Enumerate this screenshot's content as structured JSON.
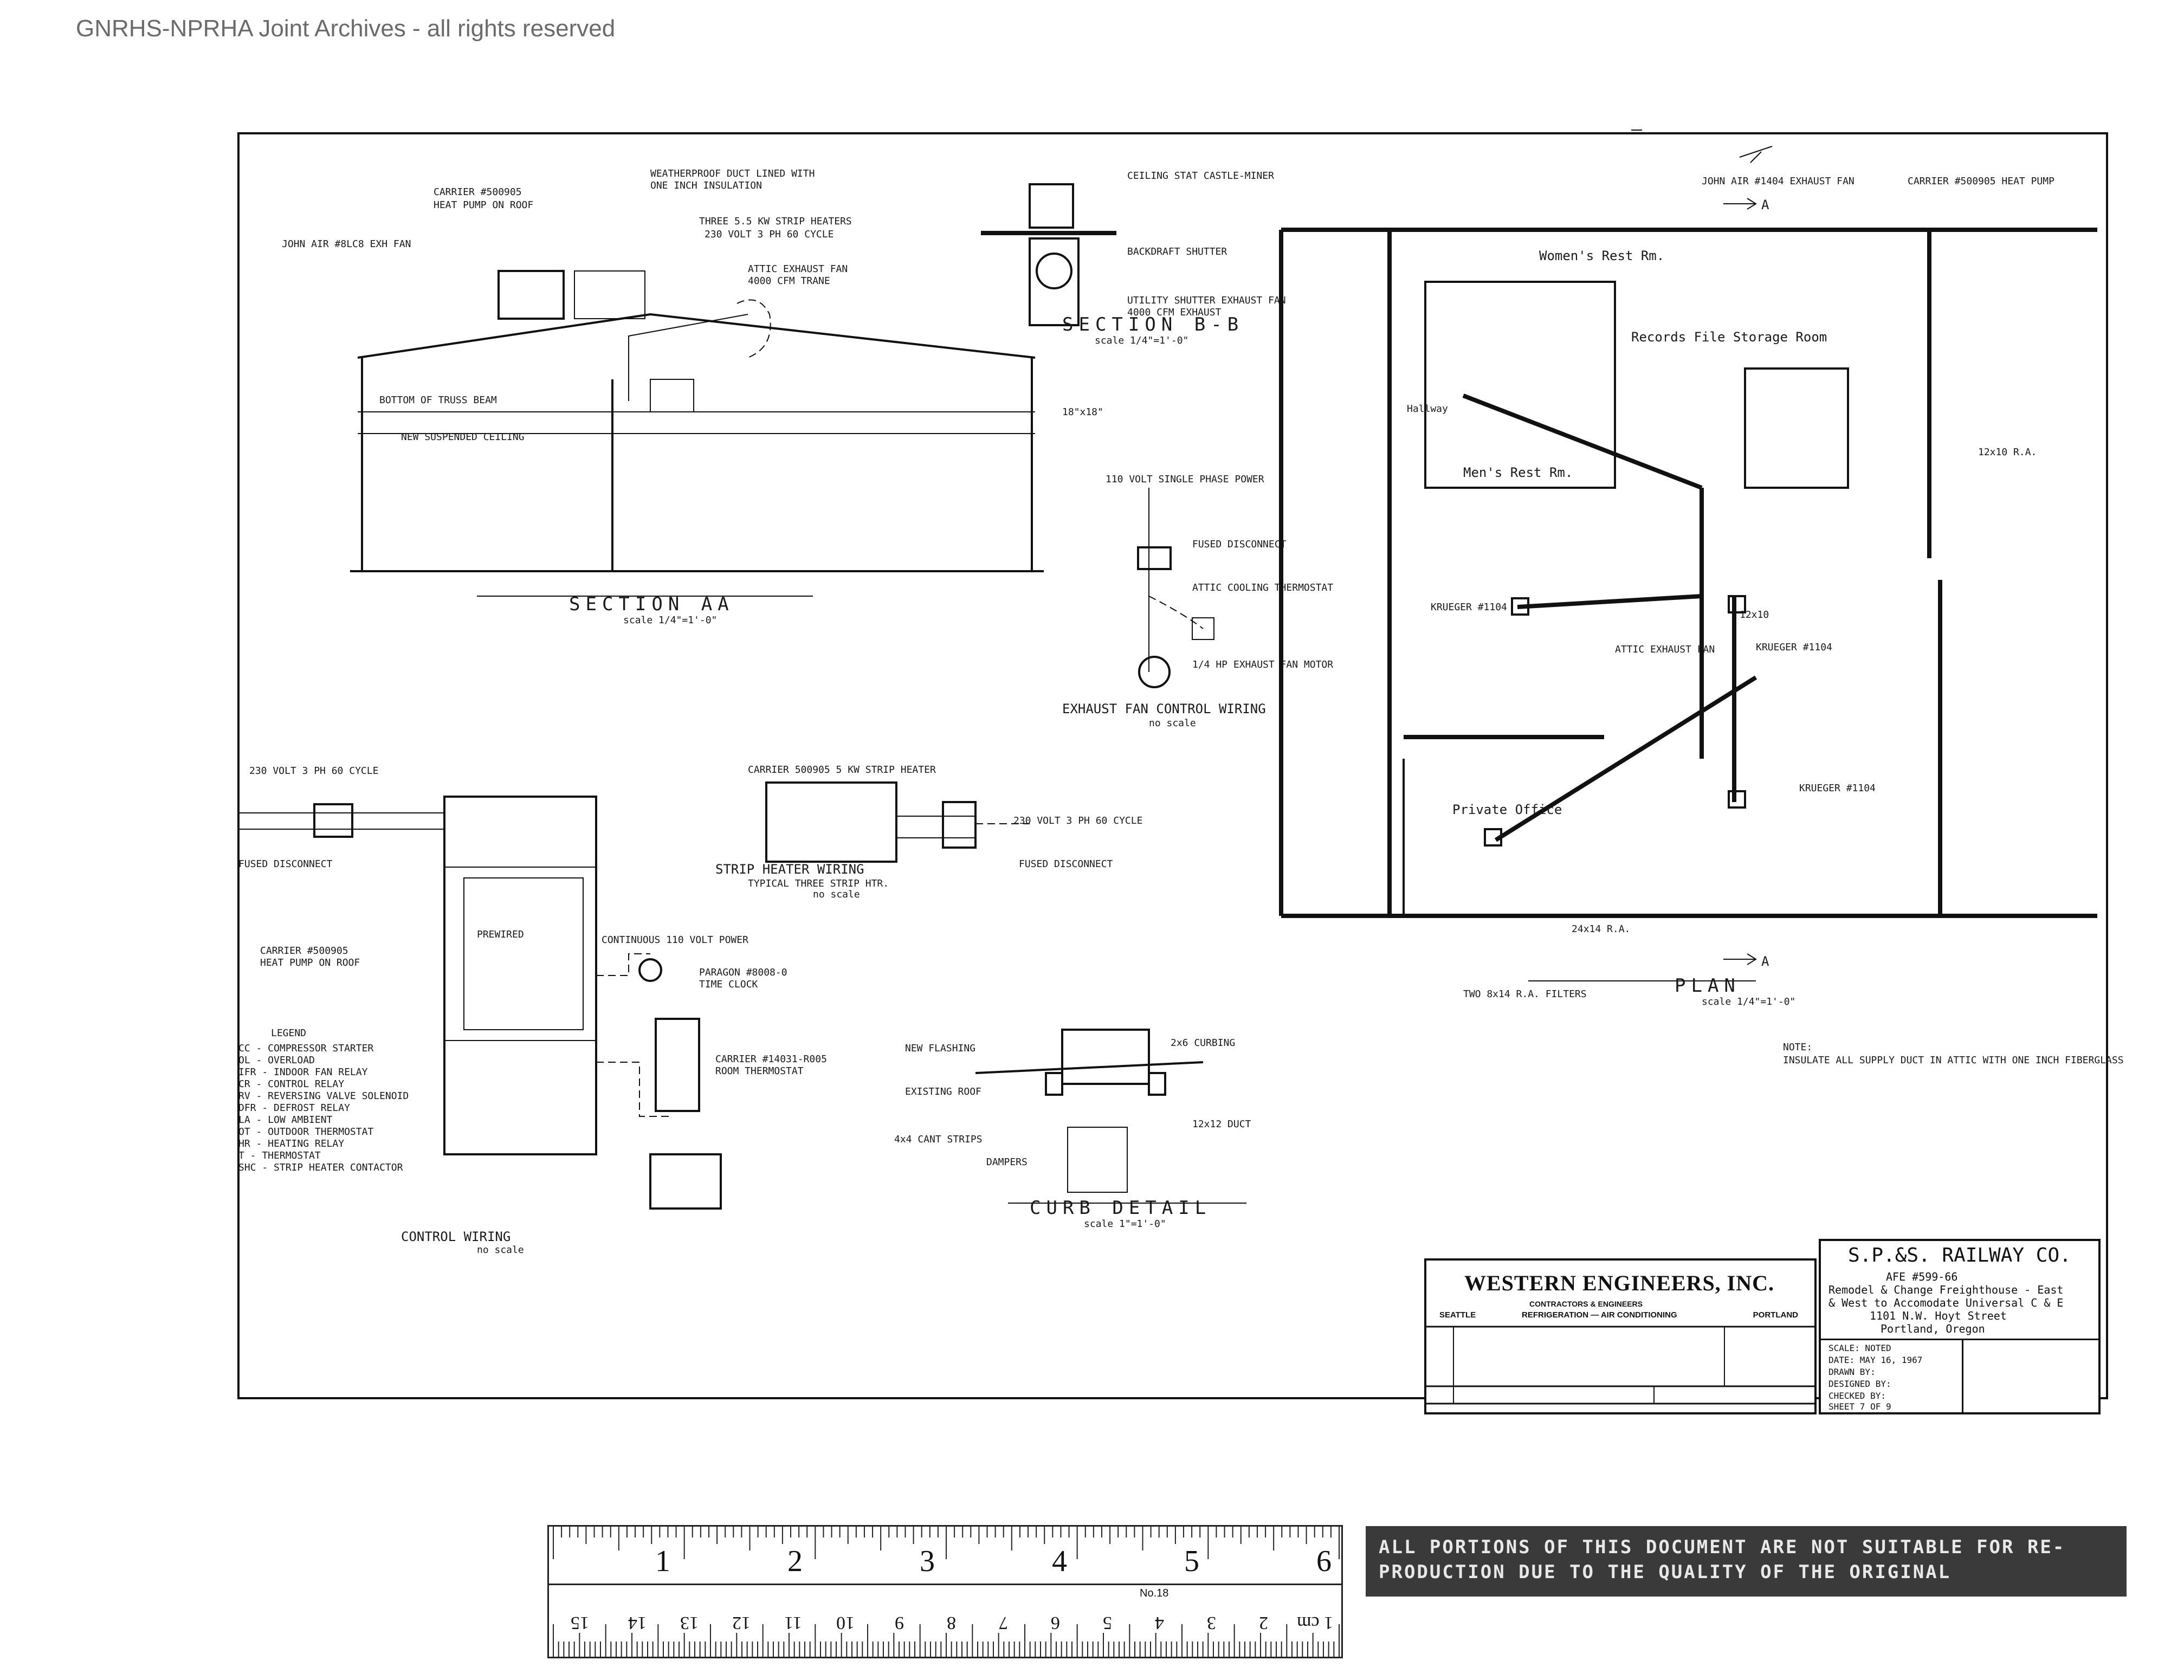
{
  "watermark": "GNRHS-NPRHA Joint Archives - all rights reserved",
  "section_aa": {
    "title": "SECTION AA",
    "scale": "scale 1/4\"=1'-0\""
  },
  "section_bb": {
    "title": "SECTION B-B",
    "scale": "scale 1/4\"=1'-0\""
  },
  "exhaust_wiring": {
    "title": "EXHAUST FAN CONTROL WIRING",
    "scale": "no scale"
  },
  "strip_heater": {
    "title": "STRIP HEATER WIRING",
    "sub": "TYPICAL THREE STRIP HTR.",
    "scale": "no scale"
  },
  "control_wiring": {
    "title": "CONTROL WIRING",
    "scale": "no scale"
  },
  "curb_detail": {
    "title": "CURB DETAIL",
    "scale": "scale 1\"=1'-0\""
  },
  "plan": {
    "title": "PLAN",
    "scale": "scale 1/4\"=1'-0\""
  },
  "plan_rooms": {
    "womens_rest": "Women's Rest Rm.",
    "records_file": "Records File Storage Room",
    "mens_rest": "Men's Rest Rm.",
    "private_office": "Private Office",
    "hallway": "Hallway"
  },
  "note": {
    "head": "NOTE:",
    "text": "INSULATE ALL SUPPLY DUCT IN ATTIC WITH ONE INCH FIBERGLASS"
  },
  "legend": {
    "head": "LEGEND",
    "items": [
      "CC - COMPRESSOR STARTER",
      "OL - OVERLOAD",
      "IFR - INDOOR FAN RELAY",
      "CR - CONTROL RELAY",
      "RV - REVERSING VALVE SOLENOID",
      "DFR - DEFROST RELAY",
      "LA - LOW AMBIENT",
      "OT - OUTDOOR THERMOSTAT",
      "HR - HEATING RELAY",
      "T - THERMOSTAT",
      "SHC - STRIP HEATER CONTACTOR"
    ]
  },
  "title_block": {
    "company": "WESTERN ENGINEERS, INC.",
    "line1": "CONTRACTORS & ENGINEERS",
    "city_left": "SEATTLE",
    "line2": "REFRIGERATION — AIR CONDITIONING",
    "city_right": "PORTLAND"
  },
  "railway_block": {
    "name": "S.P.&S. RAILWAY CO.",
    "afe": "AFE #599-66",
    "desc1": "Remodel & Change Freighthouse - East",
    "desc2": "& West to Accomodate Universal C & E",
    "address": "1101 N.W. Hoyt Street",
    "city": "Portland, Oregon",
    "scale": "SCALE: NOTED",
    "date": "DATE: MAY 16, 1967",
    "drawn": "DRAWN BY:",
    "designed": "DESIGNED BY:",
    "checked": "CHECKED BY:",
    "sheet": "SHEET 7 OF 9"
  },
  "ruler": {
    "inches": [
      "1",
      "2",
      "3",
      "4",
      "5",
      "6"
    ],
    "cm": [
      "1 cm",
      "2",
      "3",
      "4",
      "5",
      "6",
      "7",
      "8",
      "9",
      "10",
      "11",
      "12",
      "13",
      "14",
      "15"
    ],
    "tag": "No.18"
  },
  "notice": "ALL PORTIONS OF THIS DOCUMENT ARE NOT SUITABLE FOR RE-PRODUCTION DUE TO THE QUALITY OF THE ORIGINAL"
}
